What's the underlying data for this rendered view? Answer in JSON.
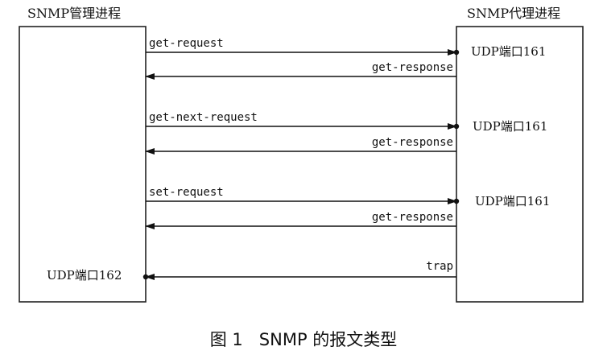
{
  "manager": {
    "title": "SNMP管理进程",
    "port": "UDP端口162"
  },
  "agent": {
    "title": "SNMP代理进程"
  },
  "exchanges": [
    {
      "request": "get-request",
      "response": "get-response",
      "agent_port": "UDP端口161"
    },
    {
      "request": "get-next-request",
      "response": "get-response",
      "agent_port": "UDP端口161"
    },
    {
      "request": "set-request",
      "response": "get-response",
      "agent_port": "UDP端口161"
    }
  ],
  "trap": {
    "label": "trap"
  },
  "caption": "图 1   SNMP 的报文类型"
}
